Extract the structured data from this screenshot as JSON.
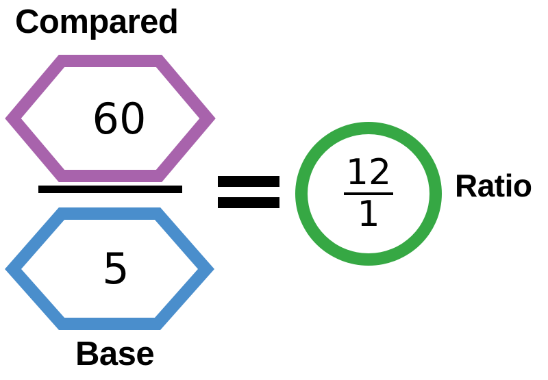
{
  "diagram": {
    "title_top": "Compared",
    "title_bottom": "Base",
    "result_label": "Ratio",
    "equation_text": "60 / 5 = 12 / 1",
    "operator": "=",
    "colors": {
      "compared_outline": "#a863ac",
      "base_outline": "#4a8ecc",
      "ratio_outline": "#36a844",
      "text": "#000000",
      "background": "#ffffff"
    },
    "compared_term": {
      "value": "60",
      "shape": "hexagon"
    },
    "base_term": {
      "value": "5",
      "shape": "hexagon"
    },
    "ratio_result": {
      "numerator": "12",
      "denominator": "1",
      "shape": "circle"
    }
  }
}
